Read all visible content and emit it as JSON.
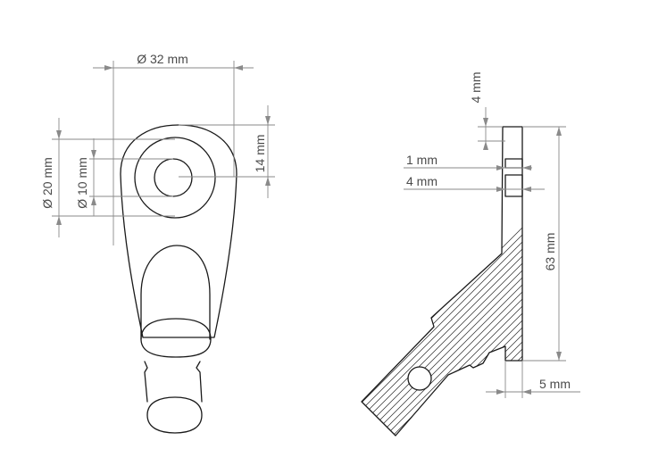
{
  "front_view": {
    "outer_diameter_label": "Ø 32 mm",
    "ring_diameter_label": "Ø 20 mm",
    "hole_diameter_label": "Ø 10 mm",
    "height_label": "14 mm"
  },
  "side_view": {
    "top_label": "4 mm",
    "gap_label": "1 mm",
    "slot_label": "4 mm",
    "length_label": "63 mm",
    "thickness_label": "5 mm"
  }
}
